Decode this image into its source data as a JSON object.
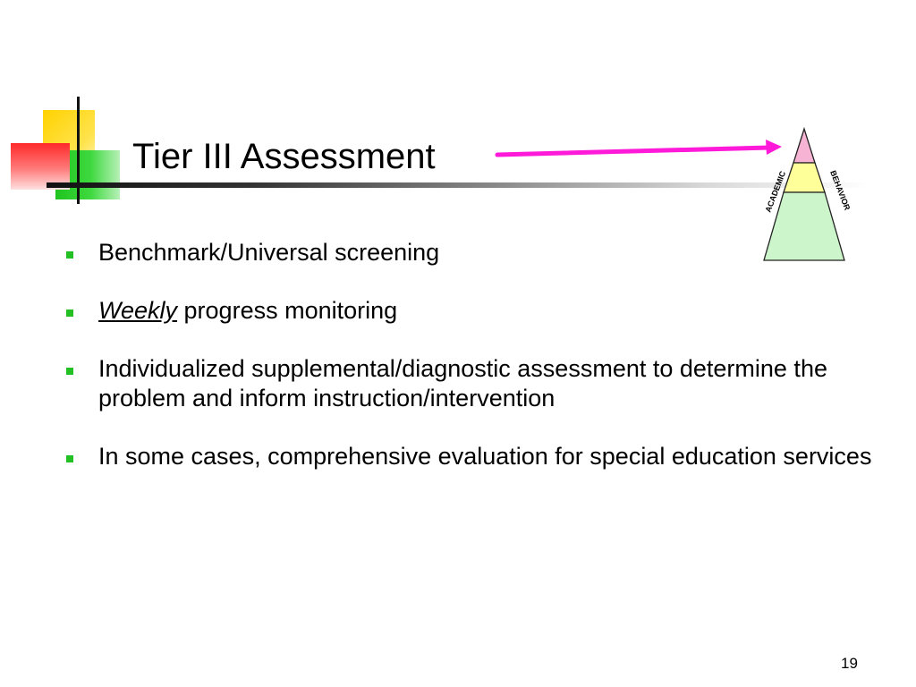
{
  "slide": {
    "title": "Tier III Assessment",
    "page_number": "19"
  },
  "pyramid": {
    "left_label": "ACADEMIC",
    "right_label": "BEHAVIOR",
    "tiers": [
      {
        "name": "tier-3",
        "color": "#f7b3d4"
      },
      {
        "name": "tier-2",
        "color": "#ffff99"
      },
      {
        "name": "tier-1",
        "color": "#ccf5cc"
      }
    ],
    "arrow_color": "#ff1ad9"
  },
  "bullets": [
    {
      "text": "Benchmark/Universal screening"
    },
    {
      "emphasis": "Weekly",
      "text": " progress monitoring"
    },
    {
      "text": "Individualized supplemental/diagnostic assessment to determine the problem and inform instruction/intervention"
    },
    {
      "text": "In some cases, comprehensive evaluation for special education services"
    }
  ],
  "colors": {
    "bullet": "#22c022",
    "accent_yellow": "#ffd200",
    "accent_green": "#1fc41f",
    "accent_red": "#ff2a2a"
  }
}
